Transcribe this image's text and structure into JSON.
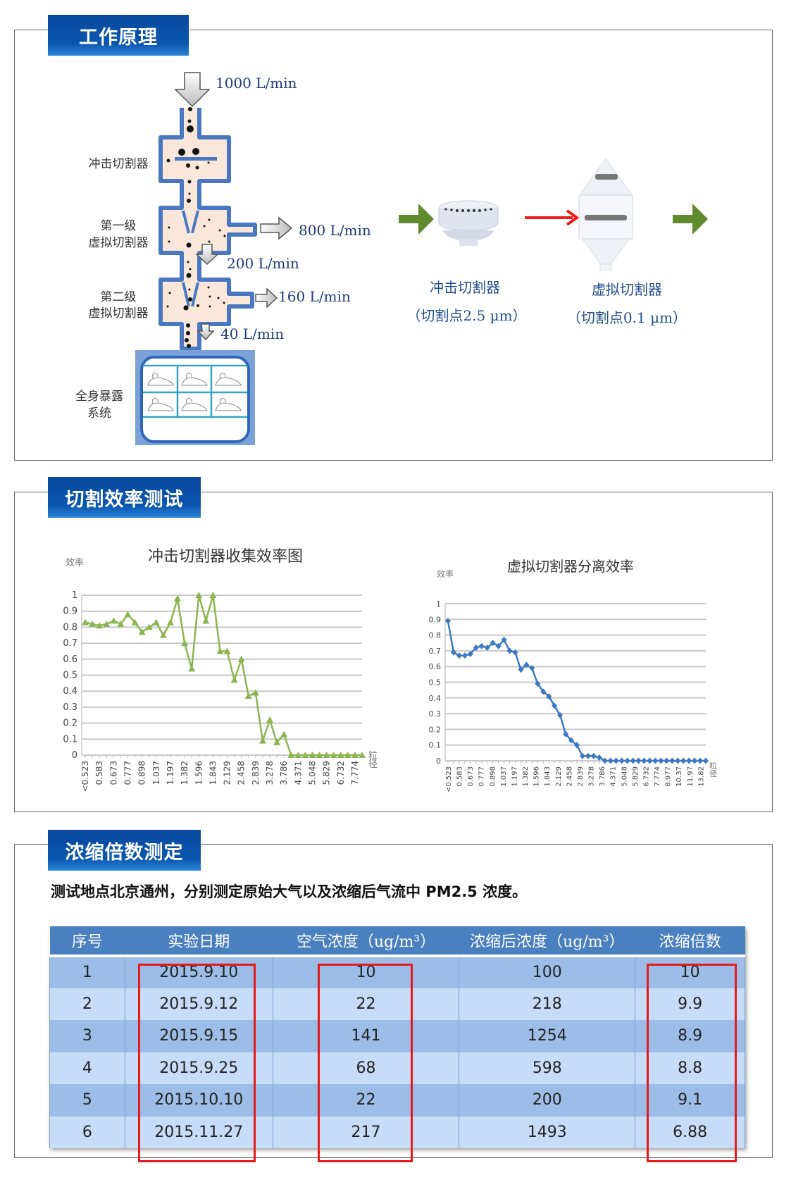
{
  "sections": {
    "principle": {
      "title": "工作原理",
      "diagram": {
        "stage_labels": {
          "impactor": "冲击切割器",
          "virtual1_line1": "第一级",
          "virtual1_line2": "虚拟切割器",
          "virtual2_line1": "第二级",
          "virtual2_line2": "虚拟切割器",
          "exposure_line1": "全身暴露",
          "exposure_line2": "系统"
        },
        "flows": {
          "inlet": "1000 L/min",
          "out1": "800 L/min",
          "down1": "200 L/min",
          "out2": "160 L/min",
          "down2": "40 L/min"
        }
      },
      "devices": [
        {
          "name": "冲击切割器",
          "cutpoint": "（切割点2.5 µm）"
        },
        {
          "name": "虚拟切割器",
          "cutpoint": "（切割点0.1 µm）"
        }
      ],
      "colors": {
        "green_arrow": "#5f8a2e",
        "red_arrow": "#ee1c1c",
        "duct": "#4a78c0",
        "duct_fill": "#fae7d9"
      }
    },
    "efficiency": {
      "title": "切割效率测试"
    },
    "concentration": {
      "title": "浓缩倍数测定",
      "description": "测试地点北京通州，分别测定原始大气以及浓缩后气流中 PM2.5 浓度。",
      "table": {
        "headers": [
          "序号",
          "实验日期",
          "空气浓度（ug/m³）",
          "浓缩后浓度（ug/m³）",
          "浓缩倍数"
        ],
        "rows": [
          [
            "1",
            "2015.9.10",
            "10",
            "100",
            "10"
          ],
          [
            "2",
            "2015.9.12",
            "22",
            "218",
            "9.9"
          ],
          [
            "3",
            "2015.9.15",
            "141",
            "1254",
            "8.9"
          ],
          [
            "4",
            "2015.9.25",
            "68",
            "598",
            "8.8"
          ],
          [
            "5",
            "2015.10.10",
            "22",
            "200",
            "9.1"
          ],
          [
            "6",
            "2015.11.27",
            "217",
            "1493",
            "6.88"
          ]
        ]
      }
    }
  },
  "chart_data": [
    {
      "type": "line",
      "title": "冲击切割器收集效率图",
      "ylabel": "效率",
      "xlabel": "粒径",
      "ylim": [
        0,
        1
      ],
      "yticks": [
        "0",
        "0.1",
        "0.2",
        "0.3",
        "0.4",
        "0.5",
        "0.6",
        "0.7",
        "0.8",
        "0.9",
        "1"
      ],
      "grid": true,
      "marker": "triangle",
      "color": "#8db451",
      "tick_labels": [
        "<0.523",
        "0.583",
        "0.673",
        "0.777",
        "0.898",
        "1.037",
        "1.197",
        "1.382",
        "1.596",
        "1.843",
        "2.129",
        "2.458",
        "2.839",
        "3.278",
        "3.786",
        "4.371",
        "5.048",
        "5.829",
        "6.732",
        "7.774"
      ],
      "values": [
        0.83,
        0.82,
        0.81,
        0.82,
        0.84,
        0.82,
        0.88,
        0.83,
        0.77,
        0.8,
        0.83,
        0.75,
        0.83,
        0.98,
        0.7,
        0.54,
        1.0,
        0.84,
        1.0,
        0.65,
        0.65,
        0.47,
        0.6,
        0.37,
        0.39,
        0.09,
        0.22,
        0.08,
        0.13,
        0.0,
        0.0,
        0.0,
        0.0,
        0.0,
        0.0,
        0.0,
        0.0,
        0.0,
        0.0,
        0.0
      ]
    },
    {
      "type": "line",
      "title": "虚拟切割器分离效率",
      "ylabel": "效率",
      "xlabel": "粒径",
      "ylim": [
        0,
        1
      ],
      "yticks": [
        "0",
        "0.1",
        "0.2",
        "0.3",
        "0.4",
        "0.5",
        "0.6",
        "0.7",
        "0.8",
        "0.9",
        "1"
      ],
      "grid": true,
      "marker": "diamond",
      "color": "#3d78c2",
      "tick_labels": [
        "<0.523",
        "0.583",
        "0.673",
        "0.777",
        "0.898",
        "1.037",
        "1.197",
        "1.382",
        "1.596",
        "1.843",
        "2.129",
        "2.458",
        "2.839",
        "3.278",
        "3.786",
        "4.371",
        "5.048",
        "5.829",
        "6.732",
        "7.774",
        "8.977",
        "10.37",
        "11.97",
        "13.82"
      ],
      "values": [
        0.89,
        0.69,
        0.67,
        0.67,
        0.68,
        0.72,
        0.73,
        0.72,
        0.75,
        0.73,
        0.77,
        0.7,
        0.69,
        0.58,
        0.61,
        0.59,
        0.49,
        0.44,
        0.41,
        0.35,
        0.29,
        0.17,
        0.13,
        0.1,
        0.03,
        0.03,
        0.03,
        0.02,
        0.0,
        0.0,
        0.0,
        0.0,
        0.0,
        0.0,
        0.0,
        0.0,
        0.0,
        0.0,
        0.0,
        0.0,
        0.0,
        0.0,
        0.0,
        0.0,
        0.0,
        0.0,
        0.0
      ]
    }
  ]
}
